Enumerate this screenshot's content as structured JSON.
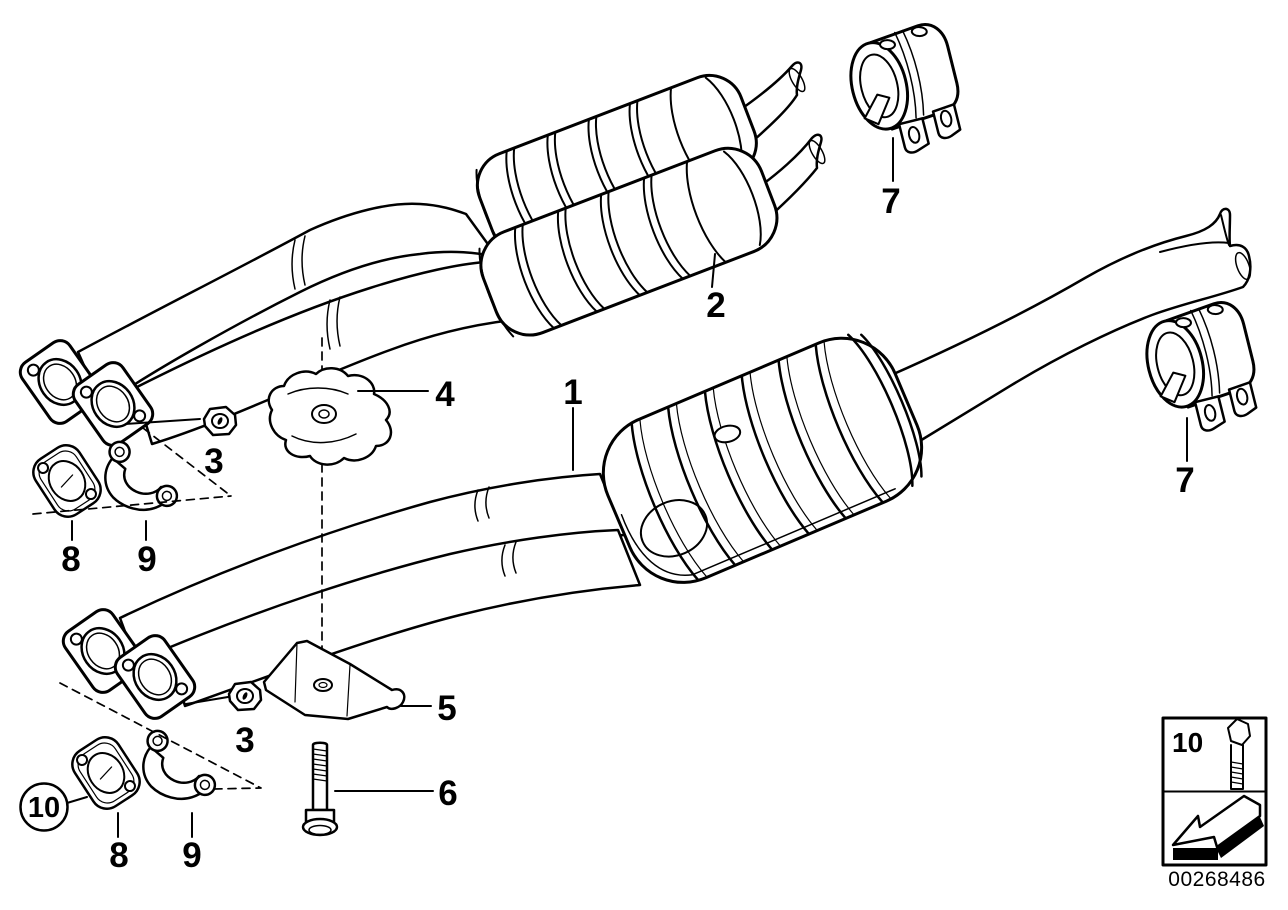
{
  "page": {
    "background_color": "#ffffff",
    "line_color": "#000000",
    "type": "exploded-parts-diagram",
    "subject": "exhaust-system"
  },
  "callouts": {
    "c1": "1",
    "c2": "2",
    "c3_upper": "3",
    "c3_lower": "3",
    "c4": "4",
    "c5": "5",
    "c6": "6",
    "c7_upper": "7",
    "c7_right": "7",
    "c8_upper": "8",
    "c8_lower": "8",
    "c9_upper": "9",
    "c9_lower": "9",
    "c10_circled": "10"
  },
  "legend": {
    "item_label": "10",
    "icons": [
      "hex-bolt-icon",
      "installation-direction-arrow-icon"
    ]
  },
  "footer": {
    "drawing_number": "00268486"
  }
}
